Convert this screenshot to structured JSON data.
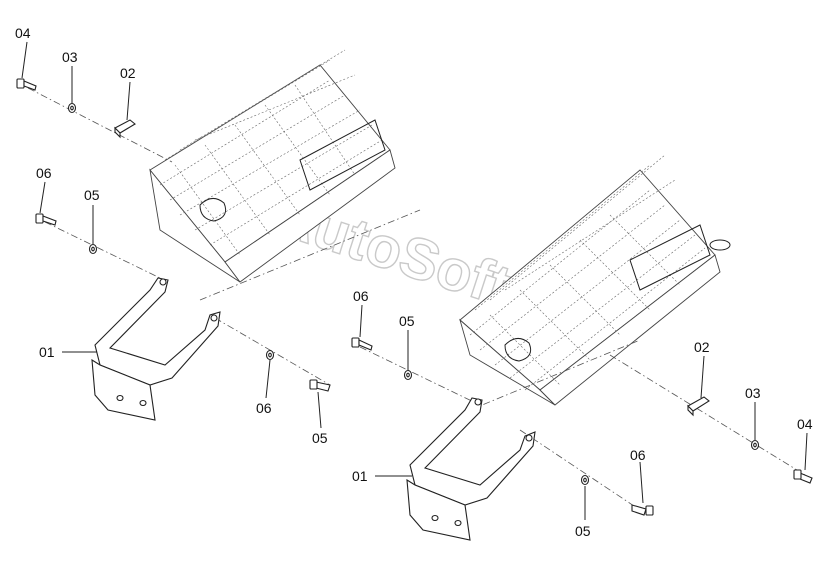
{
  "watermark": "AutoSoft",
  "callouts": {
    "left_bolt_top": "04",
    "left_washer_top": "03",
    "left_pin_top": "02",
    "left_bolt_mid": "06",
    "left_washer_mid": "05",
    "left_guard": "01",
    "left_washer_low": "06",
    "left_bolt_low": "05",
    "right_bolt_mid": "06",
    "right_washer_mid": "05",
    "right_pin": "02",
    "right_washer": "03",
    "right_bolt": "04",
    "right_guard": "01",
    "right_bolt_low": "06",
    "right_washer_low": "05"
  }
}
